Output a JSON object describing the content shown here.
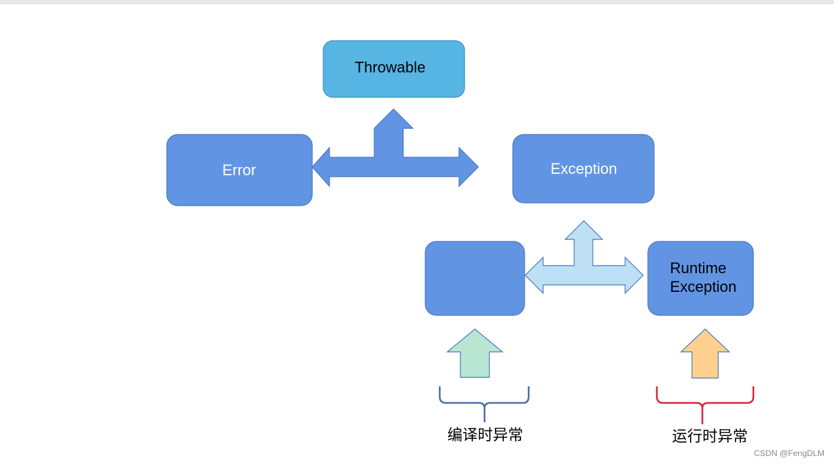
{
  "colors": {
    "throwable_fill": "#57b5e3",
    "box_fill": "#6195e4",
    "box_stroke": "#4a78bf",
    "big_arrow_fill": "#6195e4",
    "light_arrow_fill": "#bde0f4",
    "green_arrow_fill": "#b8e6d2",
    "orange_arrow_fill": "#fdd08f",
    "blue_bracket": "#4a6fa8",
    "red_bracket": "#d4283b"
  },
  "nodes": {
    "throwable": "Throwable",
    "error": "Error",
    "exception": "Exception",
    "checked": "",
    "runtime_line1": "Runtime",
    "runtime_line2": "Exception"
  },
  "labels": {
    "compile_time": "编译时异常",
    "runtime": "运行时异常"
  },
  "watermark": "CSDN @FengDLM"
}
